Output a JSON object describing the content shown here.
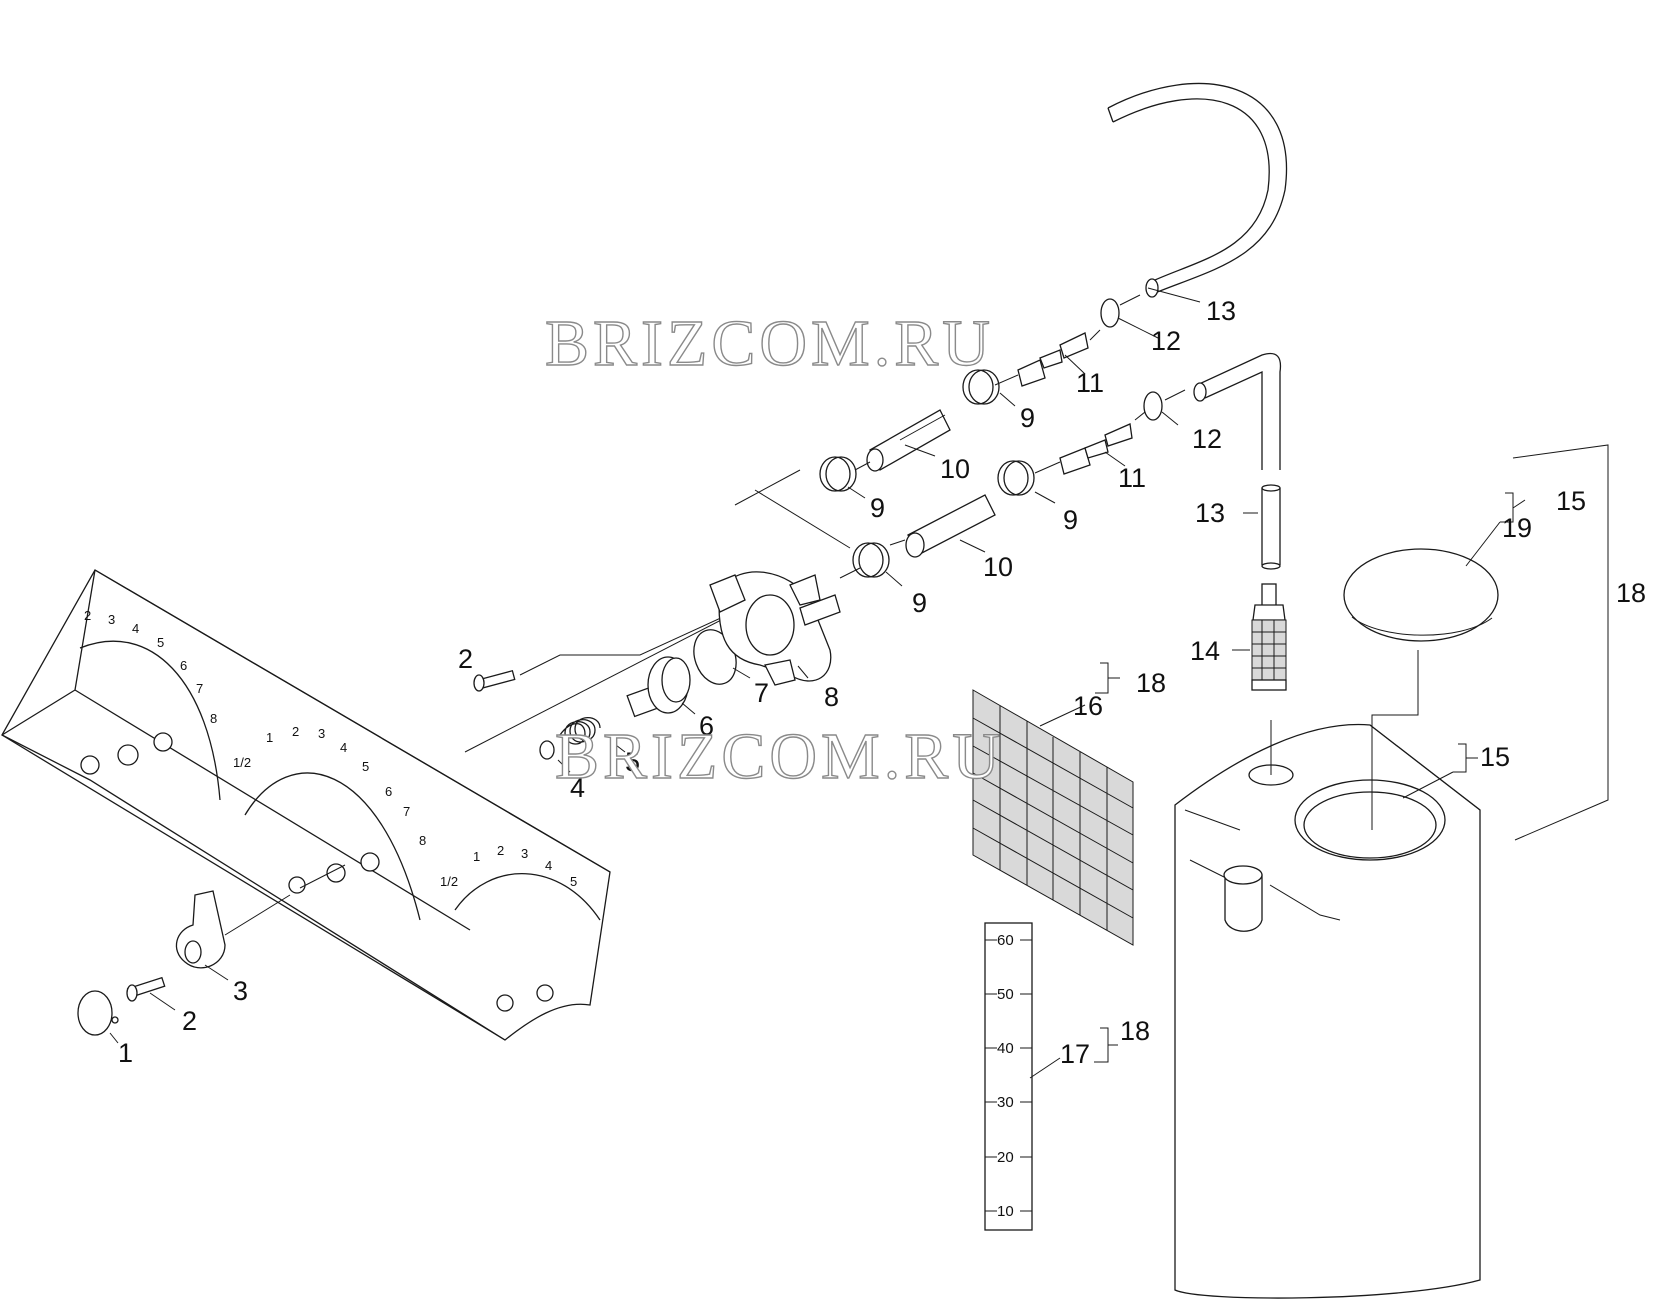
{
  "watermark": "BRIZCOM.RU",
  "callouts": {
    "c1": "1",
    "c2a": "2",
    "c2b": "2",
    "c3": "3",
    "c4": "4",
    "c5": "5",
    "c6": "6",
    "c7": "7",
    "c8": "8",
    "c9a": "9",
    "c9b": "9",
    "c9c": "9",
    "c9d": "9",
    "c10a": "10",
    "c10b": "10",
    "c11a": "11",
    "c11b": "11",
    "c12a": "12",
    "c12b": "12",
    "c13a": "13",
    "c13b": "13",
    "c14": "14",
    "c15a": "15",
    "c15b": "15",
    "c16": "16",
    "c17": "17",
    "c18a": "18",
    "c18b": "18",
    "c18c": "18",
    "c19": "19"
  },
  "dial_scale": {
    "first": [
      "2",
      "3",
      "4",
      "5",
      "6",
      "7",
      "8"
    ],
    "second": [
      "1/2",
      "1",
      "2",
      "3",
      "4",
      "5",
      "6",
      "7",
      "8"
    ],
    "third": [
      "1/2",
      "1",
      "2",
      "3",
      "4",
      "5"
    ]
  },
  "level_scale": [
    "60",
    "50",
    "40",
    "30",
    "20",
    "10"
  ],
  "icons": {
    "panel": "dosing-panel-icon",
    "knob": "knob-icon",
    "tank": "tank-icon",
    "hose": "hose-icon"
  }
}
